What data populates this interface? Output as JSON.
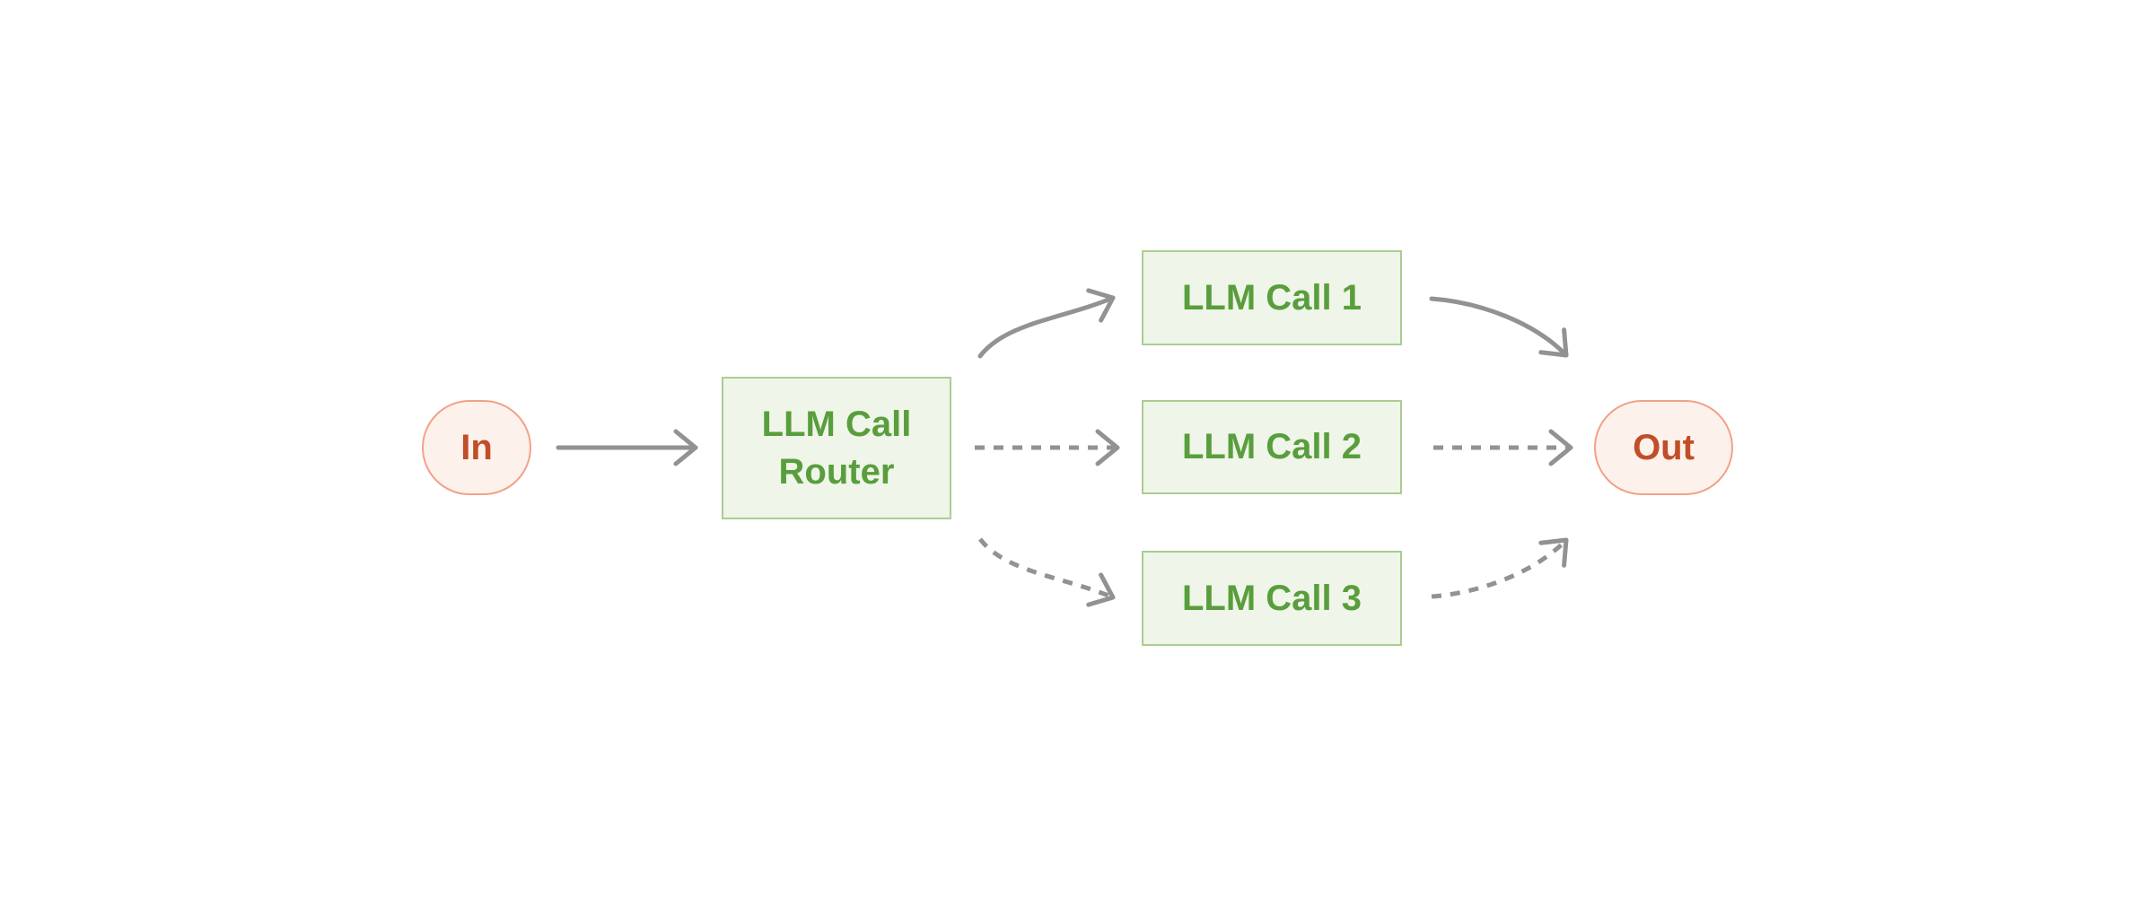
{
  "diagram": {
    "nodes": {
      "in": {
        "label": "In",
        "shape": "pill",
        "role": "input-terminal"
      },
      "router": {
        "label": "LLM Call Router",
        "shape": "box",
        "role": "router"
      },
      "call1": {
        "label": "LLM Call 1",
        "shape": "box",
        "role": "llm-call"
      },
      "call2": {
        "label": "LLM Call 2",
        "shape": "box",
        "role": "llm-call"
      },
      "call3": {
        "label": "LLM Call 3",
        "shape": "box",
        "role": "llm-call"
      },
      "out": {
        "label": "Out",
        "shape": "pill",
        "role": "output-terminal"
      }
    },
    "edges": [
      {
        "from": "in",
        "to": "router",
        "style": "solid"
      },
      {
        "from": "router",
        "to": "call1",
        "style": "solid"
      },
      {
        "from": "router",
        "to": "call2",
        "style": "dashed"
      },
      {
        "from": "router",
        "to": "call3",
        "style": "dashed"
      },
      {
        "from": "call1",
        "to": "out",
        "style": "solid"
      },
      {
        "from": "call2",
        "to": "out",
        "style": "dashed"
      },
      {
        "from": "call3",
        "to": "out",
        "style": "dashed"
      }
    ],
    "colors": {
      "canvas_bg": "#ffffff",
      "terminal_fill": "#fdf1ec",
      "terminal_border": "#f1a286",
      "terminal_text": "#c04e28",
      "process_fill": "#eff5e8",
      "process_border": "#abcd91",
      "process_text": "#599e3d",
      "arrow": "#929292"
    }
  }
}
